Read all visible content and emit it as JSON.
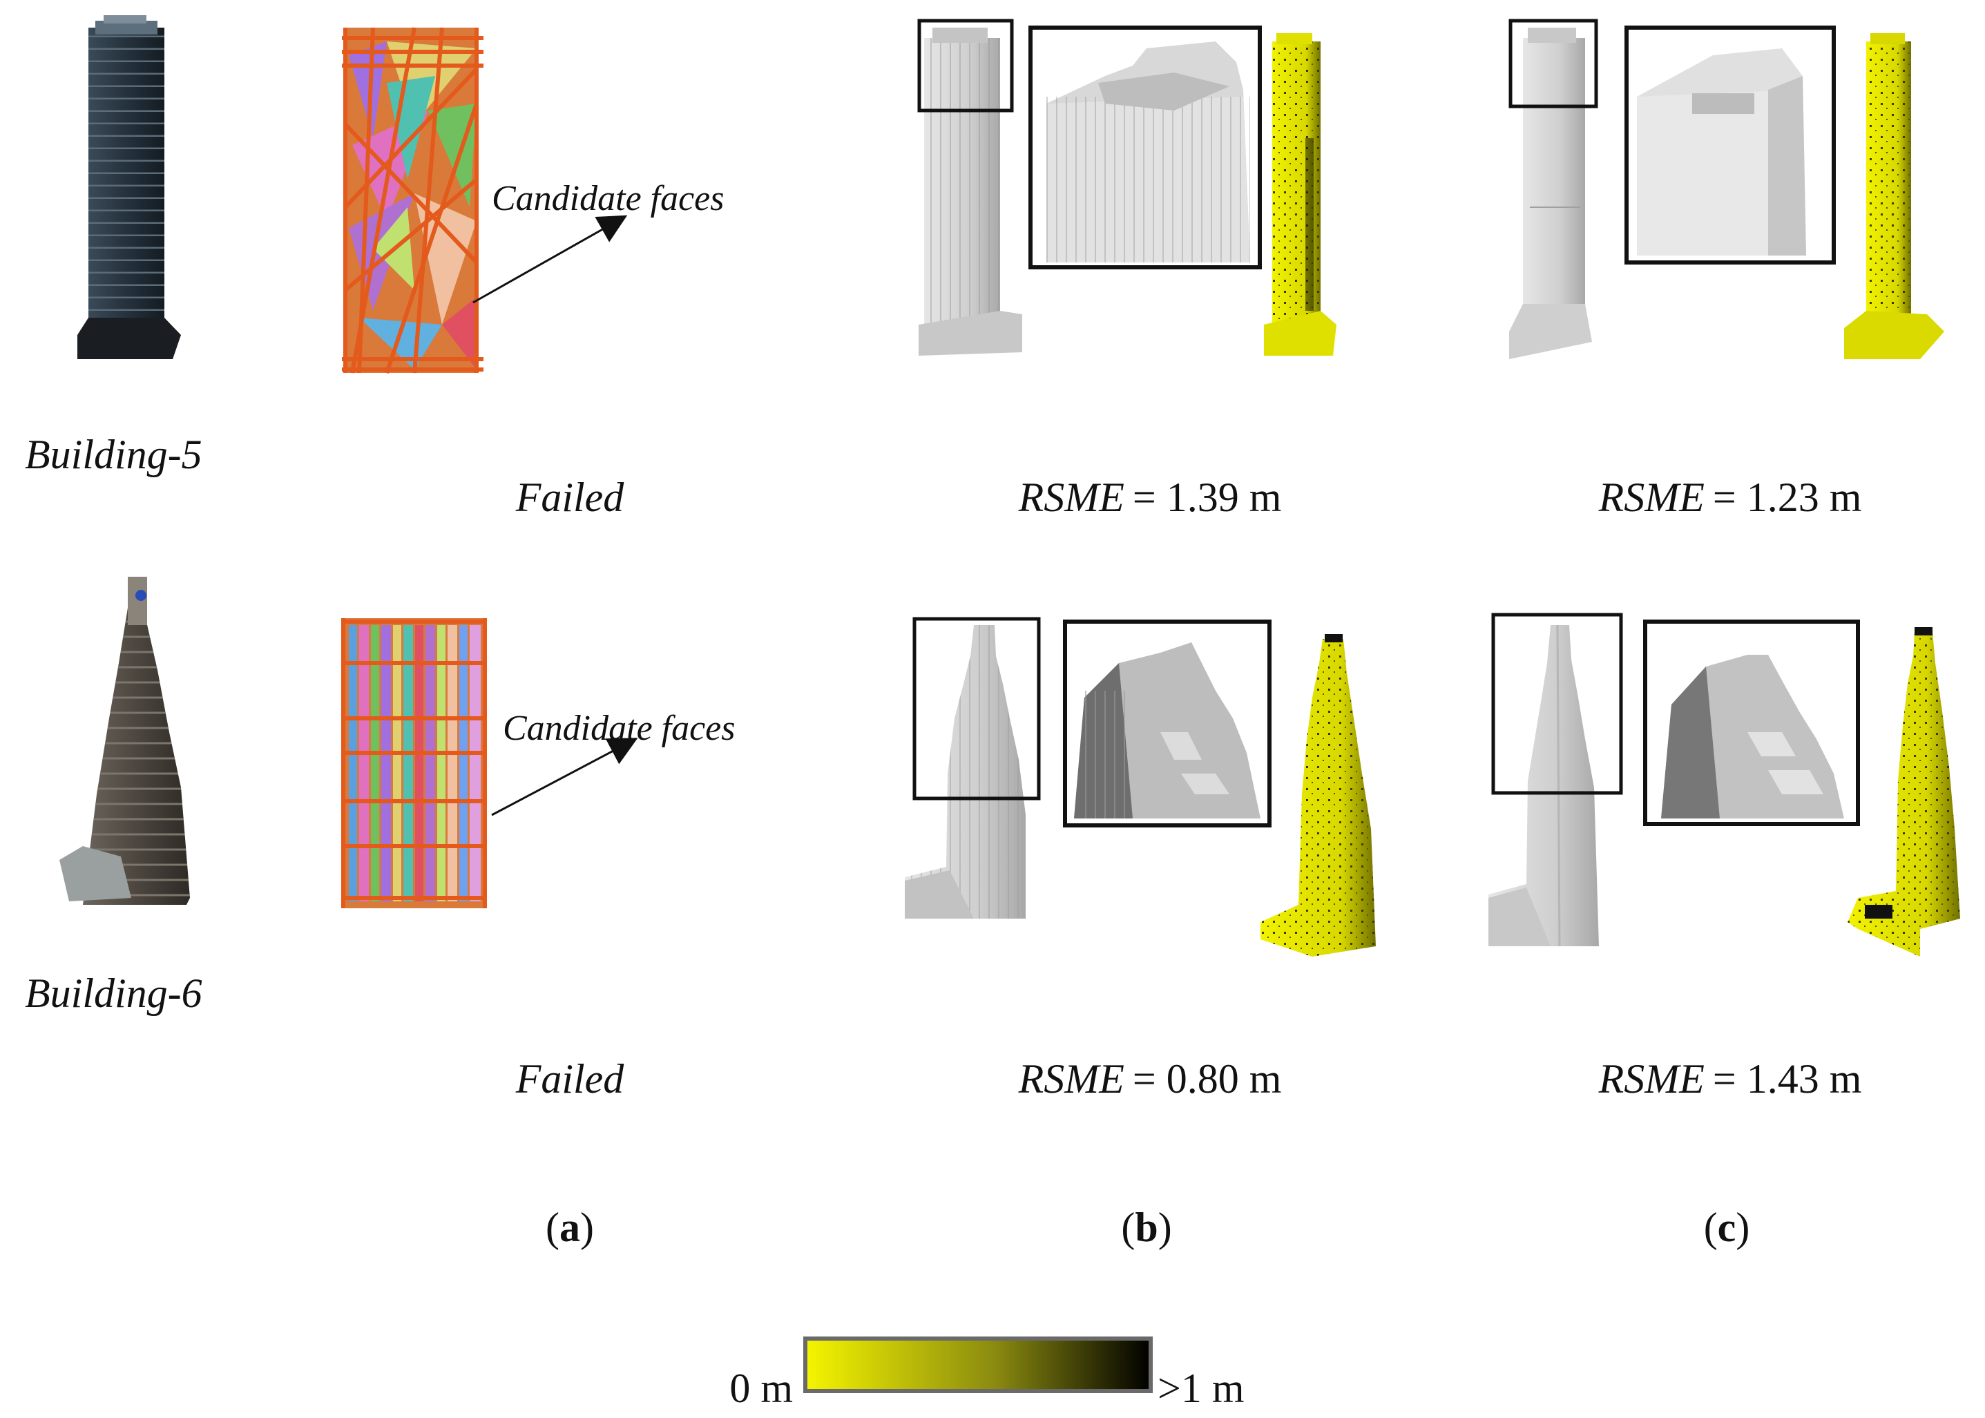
{
  "rows": [
    {
      "building_label": "Building-5",
      "candidate_label": "Candidate faces",
      "col_a_result": "Failed",
      "col_b": {
        "metric": "RSME",
        "eq": "= 1.39 m"
      },
      "col_c": {
        "metric": "RSME",
        "eq": "= 1.23 m"
      }
    },
    {
      "building_label": "Building-6",
      "candidate_label": "Candidate faces",
      "col_a_result": "Failed",
      "col_b": {
        "metric": "RSME",
        "eq": "= 0.80 m"
      },
      "col_c": {
        "metric": "RSME",
        "eq": "= 1.43 m"
      }
    }
  ],
  "panels": [
    {
      "open": "(",
      "letter": "a",
      "close": ")"
    },
    {
      "open": "(",
      "letter": "b",
      "close": ")"
    },
    {
      "open": "(",
      "letter": "c",
      "close": ")"
    }
  ],
  "colorbar": {
    "min_label": "0 m",
    "max_label": ">1 m",
    "color_start": "#f5f500",
    "color_mid": "#8a8a10",
    "color_end": "#000000"
  },
  "colors": {
    "model_gray": "#d4d4d4",
    "error_yellow": "#e8e800",
    "frame": "#111111"
  }
}
